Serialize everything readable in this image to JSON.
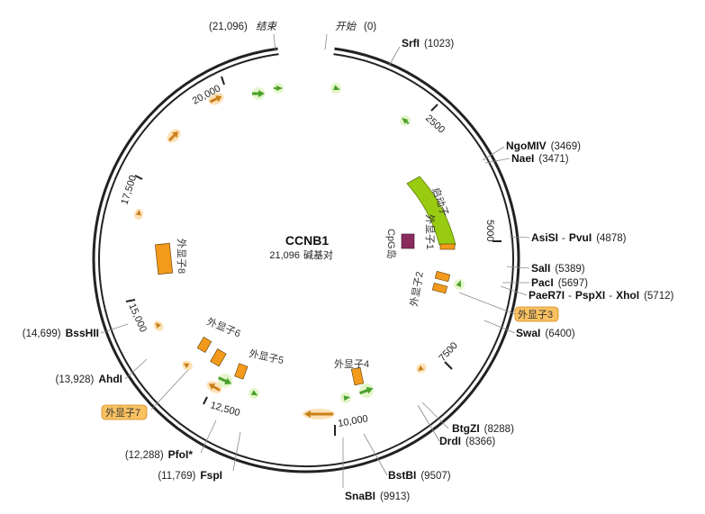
{
  "plasmid": {
    "name": "CCNB1",
    "length": "21,096",
    "length_unit": "碱基对",
    "start_label": "开始",
    "start_pos": "(0)",
    "end_label": "结束",
    "end_pos": "(21,096)"
  },
  "ticks": [
    "2500",
    "5000",
    "7500",
    "10,000",
    "12,500",
    "15,000",
    "17,500",
    "20,000"
  ],
  "sites": [
    {
      "name": "SrfI",
      "pos": "(1023)"
    },
    {
      "name": "NgoMIV",
      "pos": "(3469)"
    },
    {
      "name": "NaeI",
      "pos": "(3471)"
    },
    {
      "name": "AsiSI",
      "sep": "-",
      "name2": "PvuI",
      "pos": "(4878)"
    },
    {
      "name": "SalI",
      "pos": "(5389)"
    },
    {
      "name": "PacI",
      "pos": "(5697)"
    },
    {
      "name": "PaeR7I",
      "sep": "-",
      "name2": "PspXI",
      "sep2": "-",
      "name3": "XhoI",
      "pos": "(5712)"
    },
    {
      "name": "SwaI",
      "pos": "(6400)"
    },
    {
      "name": "BtgZI",
      "pos": "(8288)"
    },
    {
      "name": "DrdI",
      "pos": "(8366)"
    },
    {
      "name": "BstBI",
      "pos": "(9507)"
    },
    {
      "name": "SnaBI",
      "pos": "(9913)"
    },
    {
      "name": "FspI",
      "pos": "(11,769)"
    },
    {
      "name": "PfoI*",
      "pos": "(12,288)"
    },
    {
      "name": "AhdI",
      "pos": "(13,928)"
    },
    {
      "name": "BssHII",
      "pos": "(14,699)"
    }
  ],
  "features": {
    "promoter": "启动子",
    "cpg": "CpG岛",
    "exon1": "外显子1",
    "exon2": "外显子2",
    "exon3": "外显子3",
    "exon4": "外显子4",
    "exon5": "外显子5",
    "exon6": "外显子6",
    "exon7": "外显子7",
    "exon8": "外显子8"
  },
  "colors": {
    "backbone": "#222222",
    "promoter": "#99cc11",
    "exon": "#f39a1c",
    "cpg": "#8b2c5e",
    "green_arrow": "#4aa02c",
    "orange_arrow": "#c8801a",
    "highlight_box": "#f9c160"
  }
}
